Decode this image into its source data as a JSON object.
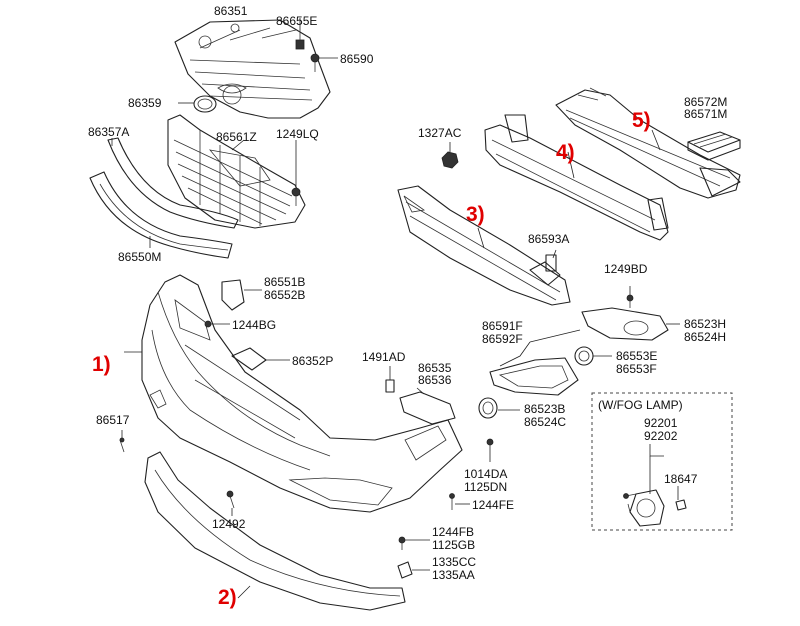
{
  "labels": {
    "p86351": "86351",
    "p86655E": "86655E",
    "p86590": "86590",
    "p86359": "86359",
    "p86357A": "86357A",
    "p86561Z": "86561Z",
    "p1249LQ": "1249LQ",
    "p86550M": "86550M",
    "p1327AC": "1327AC",
    "p86572M": "86572M",
    "p86571M": "86571M",
    "p86593A": "86593A",
    "p1249BD": "1249BD",
    "p86551B": "86551B",
    "p86552B": "86552B",
    "p1244BG": "1244BG",
    "p86352P": "86352P",
    "p1491AD": "1491AD",
    "p86535": "86535",
    "p86536": "86536",
    "p86591F": "86591F",
    "p86592F": "86592F",
    "p86523H": "86523H",
    "p86524H": "86524H",
    "p86553E": "86553E",
    "p86553F": "86553F",
    "p86523B": "86523B",
    "p86524C": "86524C",
    "p86517": "86517",
    "p1014DA": "1014DA",
    "p1125DN": "1125DN",
    "p1244FE": "1244FE",
    "p12492": "12492",
    "p1244FB": "1244FB",
    "p1125GB": "1125GB",
    "p1335CC": "1335CC",
    "p1335AA": "1335AA",
    "fogBox": "(W/FOG LAMP)",
    "p92201": "92201",
    "p92202": "92202",
    "p18647": "18647"
  },
  "callouts": {
    "c1": "1)",
    "c2": "2)",
    "c3": "3)",
    "c4": "4)",
    "c5": "5)"
  },
  "colors": {
    "callout": "#e00000",
    "line": "#222222",
    "background": "#ffffff"
  }
}
